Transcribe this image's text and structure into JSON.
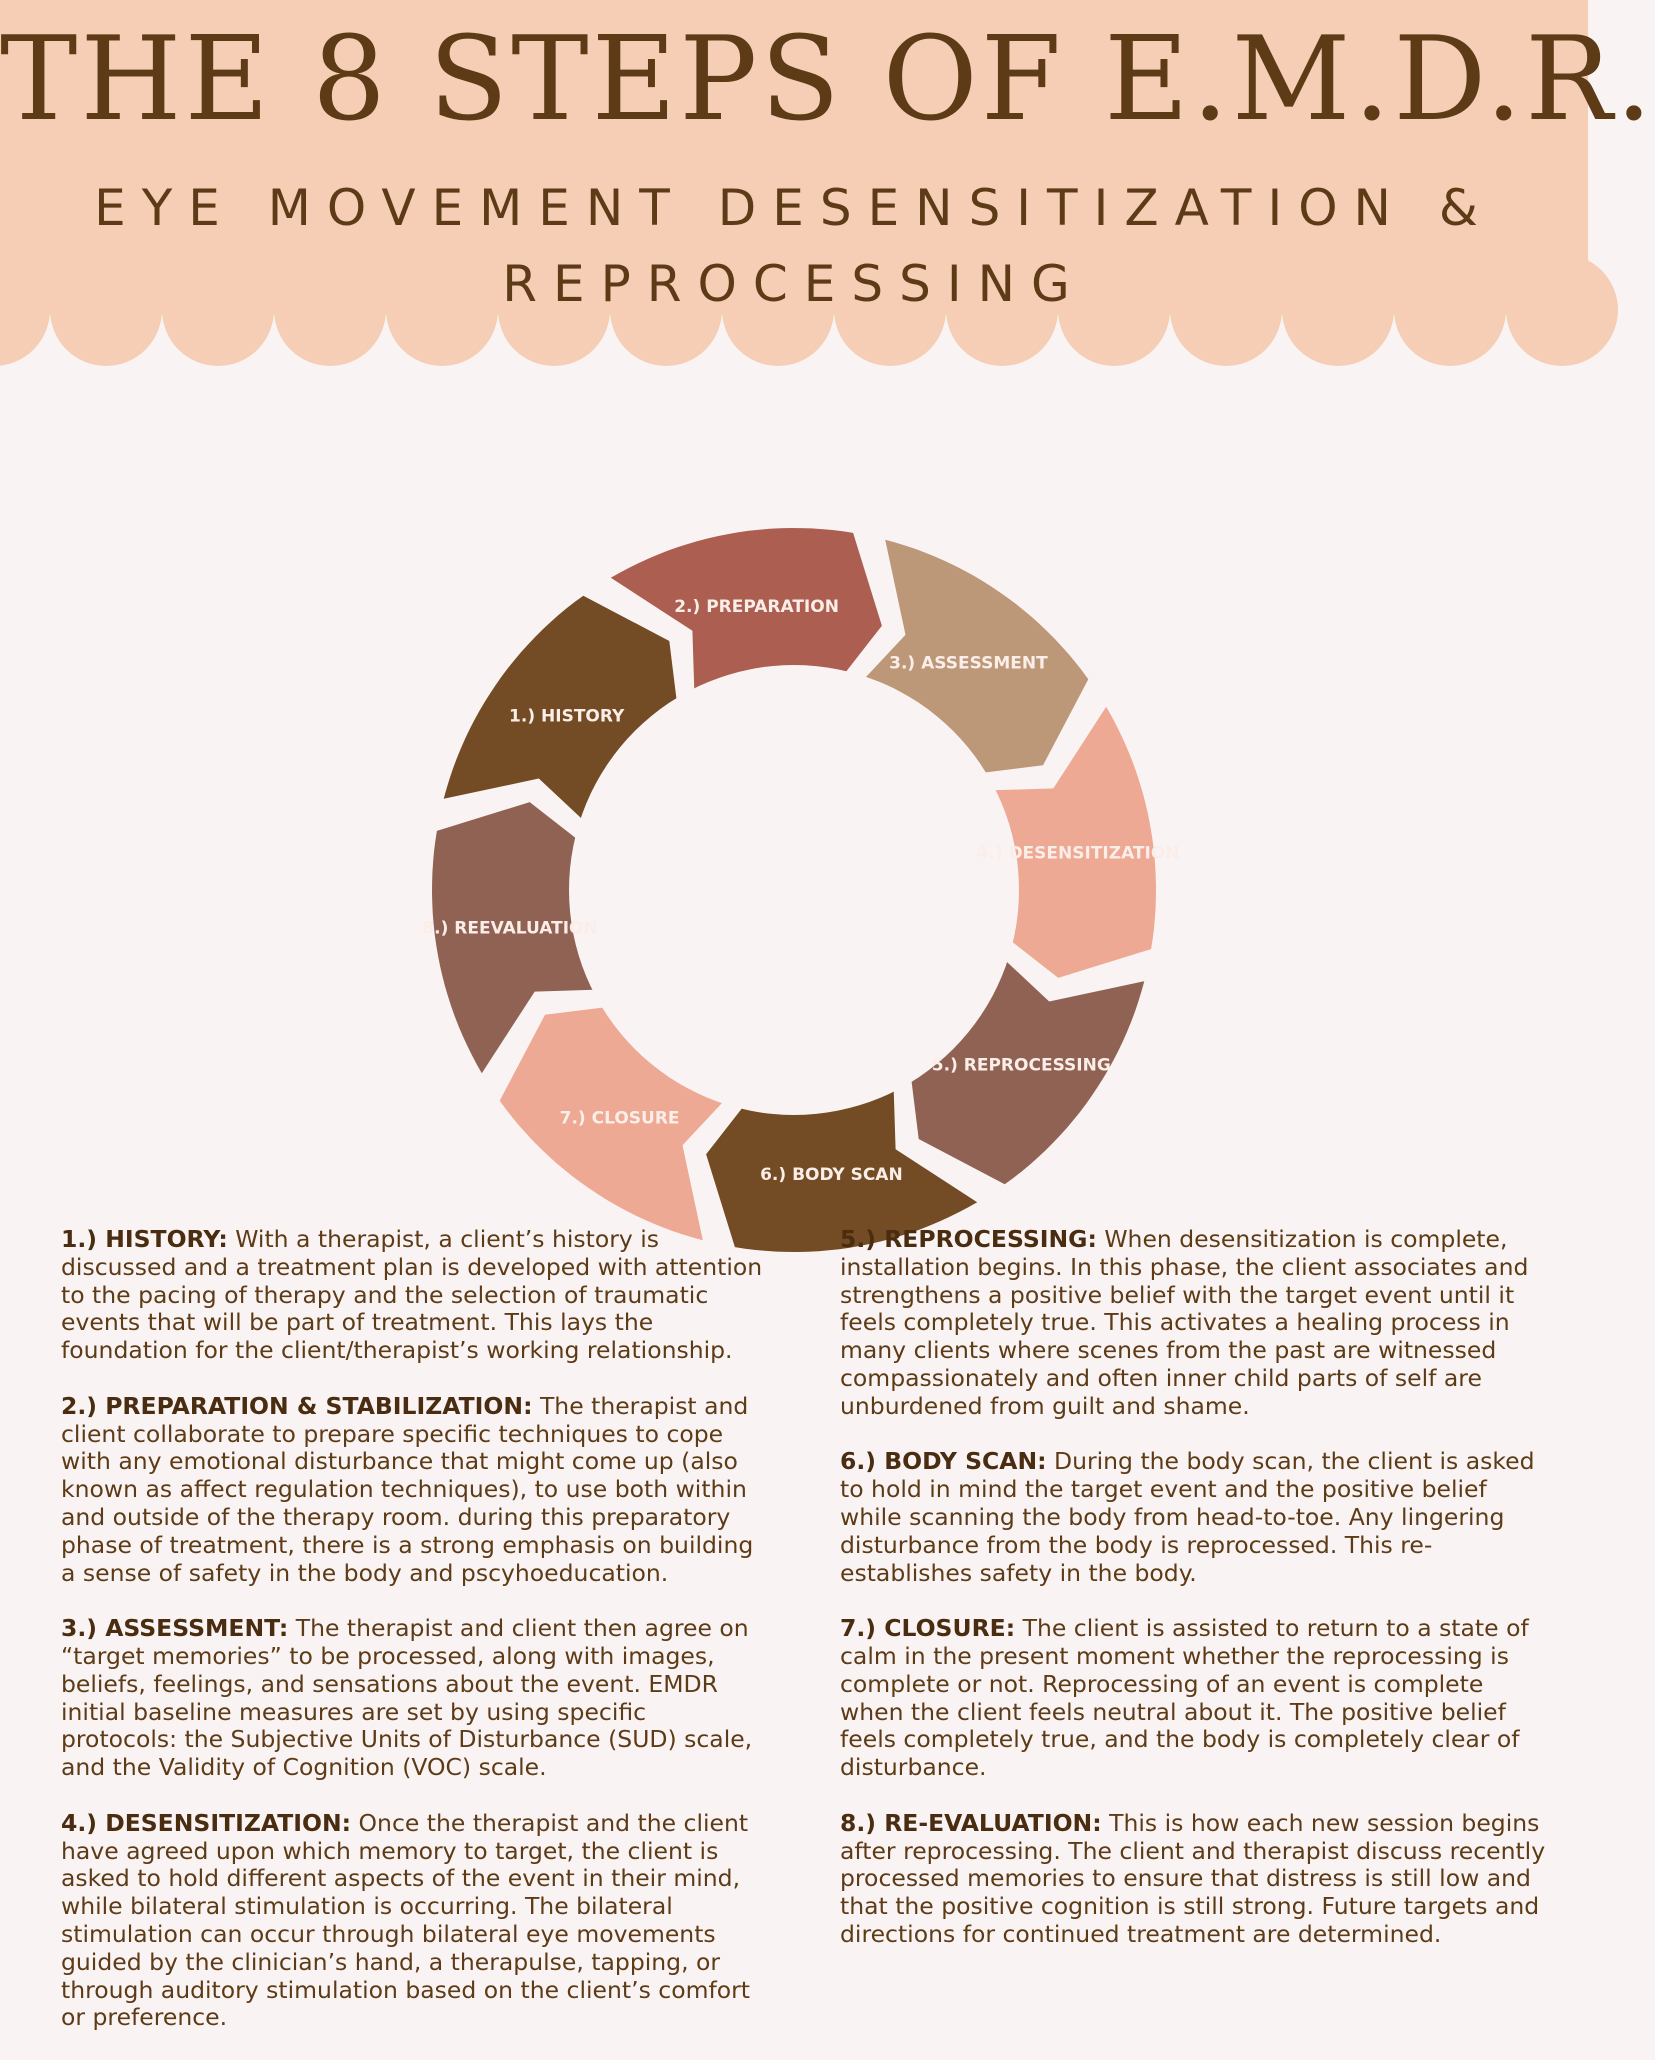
{
  "header": {
    "title": "THE 8 STEPS OF E.M.D.R.",
    "subtitle": "EYE MOVEMENT DESENSITIZATION & REPROCESSING",
    "bg_color": "#f6cdb5"
  },
  "wheel": {
    "segments": [
      {
        "label": "1.) HISTORY",
        "color": "#734b24"
      },
      {
        "label": "2.) PREPARATION",
        "color": "#ac5e51"
      },
      {
        "label": "3.) ASSESSMENT",
        "color": "#bc9778"
      },
      {
        "label": "4.) DESENSITIZATION",
        "color": "#eda993"
      },
      {
        "label": "5.) REPROCESSING",
        "color": "#906253"
      },
      {
        "label": "6.) BODY SCAN",
        "color": "#734b24"
      },
      {
        "label": "7.) CLOSURE",
        "color": "#eda993"
      },
      {
        "label": "8.) REEVALUATION",
        "color": "#906253"
      }
    ]
  },
  "steps": [
    {
      "heading": "1.) HISTORY:",
      "text": " With a therapist, a client’s history is discussed and a treatment plan is developed with attention to the pacing of therapy and the selection of traumatic events that will be part of treatment. This lays the foundation for the client/therapist’s working relationship."
    },
    {
      "heading": "2.) PREPARATION & STABILIZATION:",
      "text": " The therapist and client collaborate to prepare specific techniques to cope with any emotional disturbance that might come up  (also known as affect regulation techniques), to use both within and outside of the therapy room. during this preparatory phase of treatment, there is a strong emphasis on building a sense of safety in the body and pscyhoeducation."
    },
    {
      "heading": "3.) ASSESSMENT:",
      "text": " The therapist and client then agree on “target memories” to be processed, along with images, beliefs, feelings, and sensations about the event. EMDR initial baseline measures are set by using specific protocols: the Subjective Units of Disturbance (SUD) scale, and the Validity of Cognition (VOC) scale."
    },
    {
      "heading": "4.) DESENSITIZATION:",
      "text": " Once the therapist and the client have agreed upon which memory to target, the client is asked to hold different aspects of the event in their mind, while bilateral stimulation is occurring. The bilateral stimulation can occur through bilateral eye movements guided by the clinician’s hand, a therapulse, tapping, or through auditory stimulation based on the client’s comfort or preference."
    },
    {
      "heading": "5.) REPROCESSING:",
      "text": " When desensitization is complete, installation begins. In this phase, the client associates and strengthens a positive belief with the target event until it feels completely true. This activates a healing process in many clients where scenes from the past are witnessed compassionately and often inner child parts of self are unburdened from guilt and shame."
    },
    {
      "heading": "6.) BODY SCAN:",
      "text": " During the body scan, the client is asked to hold in mind the target event and the positive belief while scanning the body from head-to-toe. Any lingering disturbance from the body is reprocessed. This re-establishes safety in the body."
    },
    {
      "heading": "7.) CLOSURE:",
      "text": " The client is assisted to return to a state of calm in the present moment whether the reprocessing is complete or not. Reprocessing of an event is complete when the client feels neutral about it. The positive belief feels completely true, and the body is completely clear of disturbance."
    },
    {
      "heading": "8.) RE-EVALUATION:",
      "text": " This is how each new session begins after reprocessing. The client and therapist discuss recently processed memories to ensure that distress is still low and that the positive cognition is still strong. Future targets and directions for continued treatment are determined."
    }
  ]
}
